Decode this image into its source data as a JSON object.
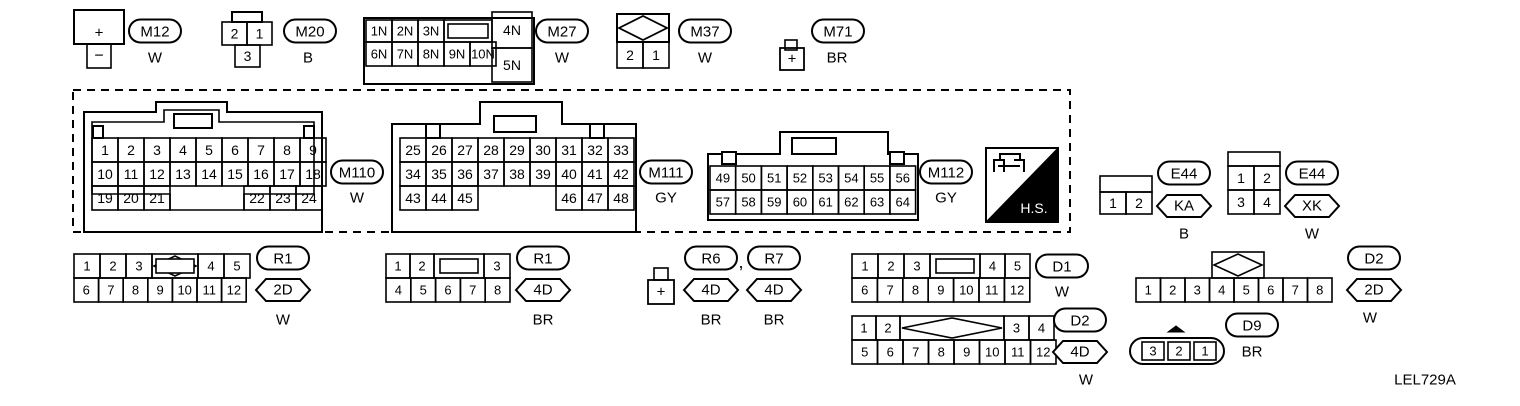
{
  "doc_code": "LEL729A",
  "hs_label": "H.S.",
  "comma": ",",
  "pin_minus": "−",
  "connectors": [
    {
      "id": "m12",
      "label": "M12",
      "color": "W",
      "pins": [
        "+"
      ]
    },
    {
      "id": "m20",
      "label": "M20",
      "color": "B",
      "pins": [
        "2",
        "1",
        "3"
      ]
    },
    {
      "id": "m27",
      "label": "M27",
      "color": "W",
      "pins": [
        "1N",
        "2N",
        "3N",
        "4N",
        "5N",
        "6N",
        "7N",
        "8N",
        "9N",
        "10N"
      ]
    },
    {
      "id": "m37",
      "label": "M37",
      "color": "W",
      "pins": [
        "2",
        "1"
      ]
    },
    {
      "id": "m71",
      "label": "M71",
      "color": "BR",
      "pins": [
        "+"
      ]
    },
    {
      "id": "m110",
      "label": "M110",
      "color": "W",
      "pins": [
        "1",
        "2",
        "3",
        "4",
        "5",
        "6",
        "7",
        "8",
        "9",
        "10",
        "11",
        "12",
        "13",
        "14",
        "15",
        "16",
        "17",
        "18",
        "19",
        "20",
        "21",
        "22",
        "23",
        "24"
      ]
    },
    {
      "id": "m111",
      "label": "M111",
      "color": "GY",
      "pins": [
        "25",
        "26",
        "27",
        "28",
        "29",
        "30",
        "31",
        "32",
        "33",
        "34",
        "35",
        "36",
        "37",
        "38",
        "39",
        "40",
        "41",
        "42",
        "43",
        "44",
        "45",
        "46",
        "47",
        "48"
      ]
    },
    {
      "id": "m112",
      "label": "M112",
      "color": "GY",
      "pins": [
        "49",
        "50",
        "51",
        "52",
        "53",
        "54",
        "55",
        "56",
        "57",
        "58",
        "59",
        "60",
        "61",
        "62",
        "63",
        "64"
      ]
    },
    {
      "id": "e44a",
      "label": "E44",
      "color": "B",
      "tag": "KA",
      "pins": [
        "1",
        "2"
      ]
    },
    {
      "id": "e44b",
      "label": "E44",
      "color": "W",
      "tag": "XK",
      "pins": [
        "1",
        "2",
        "3",
        "4"
      ]
    },
    {
      "id": "r1a",
      "label": "R1",
      "color": "W",
      "tag": "2D",
      "pins": [
        "1",
        "2",
        "3",
        "4",
        "5",
        "6",
        "7",
        "8",
        "9",
        "10",
        "11",
        "12"
      ]
    },
    {
      "id": "r1b",
      "label": "R1",
      "color": "BR",
      "tag": "4D",
      "pins": [
        "1",
        "2",
        "3",
        "4",
        "5",
        "6",
        "7",
        "8"
      ]
    },
    {
      "id": "r6",
      "label": "R6",
      "color": "BR",
      "tag": "4D",
      "pins": [
        "+"
      ]
    },
    {
      "id": "r7",
      "label": "R7",
      "color": "BR",
      "tag": "4D",
      "pins": []
    },
    {
      "id": "d1",
      "label": "D1",
      "color": "W",
      "pins": [
        "1",
        "2",
        "3",
        "4",
        "5",
        "6",
        "7",
        "8",
        "9",
        "10",
        "11",
        "12"
      ]
    },
    {
      "id": "d2a",
      "label": "D2",
      "color": "W",
      "tag": "4D",
      "pins": [
        "1",
        "2",
        "3",
        "4",
        "5",
        "6",
        "7",
        "8",
        "9",
        "10",
        "11",
        "12"
      ]
    },
    {
      "id": "d2b",
      "label": "D2",
      "color": "W",
      "tag": "2D",
      "pins": [
        "1",
        "2",
        "3",
        "4",
        "5",
        "6",
        "7",
        "8"
      ]
    },
    {
      "id": "d9",
      "label": "D9",
      "color": "BR",
      "pins": [
        "3",
        "2",
        "1"
      ]
    }
  ]
}
